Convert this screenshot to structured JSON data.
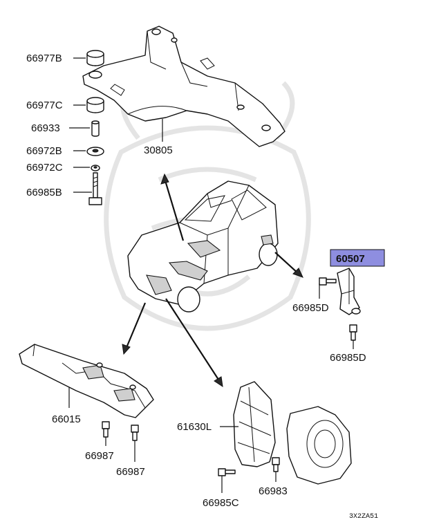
{
  "parts": {
    "p66977b": "66977B",
    "p66977c": "66977C",
    "p66933": "66933",
    "p66972b": "66972B",
    "p66972c": "66972C",
    "p66985b": "66985B",
    "p30805": "30805",
    "p60507": "60507",
    "p66985d_a": "66985D",
    "p66985d_b": "66985D",
    "p66015": "66015",
    "p66987_a": "66987",
    "p66987_b": "66987",
    "p61630l": "61630L",
    "p66983": "66983",
    "p66985c": "66985C"
  },
  "highlight": {
    "part": "60507",
    "color": "#8e8ee0"
  },
  "diagram_code": "3X2ZA51",
  "watermark": "samurai-helmet-logo"
}
